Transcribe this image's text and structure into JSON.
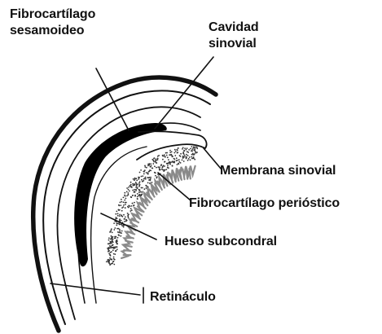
{
  "labels": {
    "fibrocartilago_sesamoideo": [
      "Fibrocartílago",
      "sesamoideo"
    ],
    "cavidad_sinovial": [
      "Cavidad",
      "sinovial"
    ],
    "membrana_sinovial": "Membrana sinovial",
    "fibrocartilago_periostico": "Fibrocartílago perióstico",
    "hueso_subcondral": "Hueso subcondral",
    "retinaculo": "Retináculo"
  },
  "colors": {
    "ink": "#111111",
    "cartilage_fill": "#000000",
    "periosteal_gray": "#8a8a8a",
    "stipple": "#333333",
    "background": "#ffffff"
  }
}
